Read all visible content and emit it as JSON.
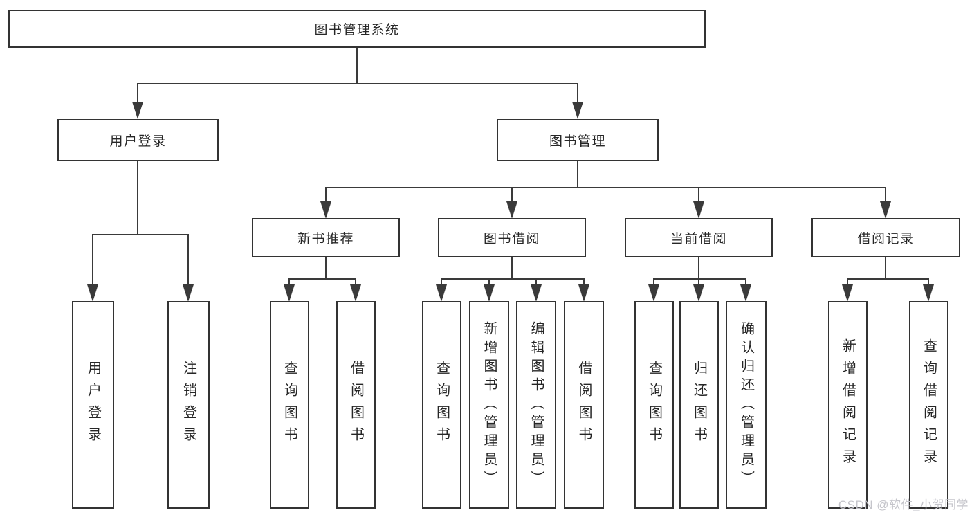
{
  "tree": {
    "root": "图书管理系统",
    "children": [
      {
        "label": "用户登录",
        "children": [
          "用户登录",
          "注销登录"
        ]
      },
      {
        "label": "图书管理",
        "children": [
          {
            "label": "新书推荐",
            "children": [
              "查询图书",
              "借阅图书"
            ]
          },
          {
            "label": "图书借阅",
            "children": [
              "查询图书",
              "新增图书（管理员）",
              "编辑图书（管理员）",
              "借阅图书"
            ]
          },
          {
            "label": "当前借阅",
            "children": [
              "查询图书",
              "归还图书",
              "确认归还（管理员）"
            ]
          },
          {
            "label": "借阅记录",
            "children": [
              "新增借阅记录",
              "查询借阅记录"
            ]
          }
        ]
      }
    ]
  },
  "watermark": {
    "text": "CSDN @软件_小贺同学"
  },
  "colors": {
    "line": "#3a3a3a",
    "box_border": "#333333",
    "text": "#262626",
    "watermark": "#c5c5cb",
    "background": "#ffffff"
  }
}
